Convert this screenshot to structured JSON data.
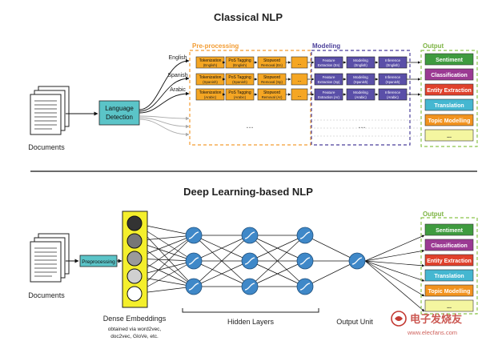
{
  "top": {
    "title": "Classical NLP",
    "documents_label": "Documents",
    "lang_detect": [
      "Language",
      "Detection"
    ],
    "languages": [
      "English",
      "Spanish",
      "Arabic"
    ],
    "preprocessing_label": "Pre-processing",
    "modeling_label": "Modeling",
    "output_label": "Output",
    "pre_rows": [
      [
        [
          "Tokenization",
          "(English)"
        ],
        [
          "PoS Tagging",
          "(English)"
        ],
        [
          "Stopword",
          "Removal (En)"
        ]
      ],
      [
        [
          "Tokenization",
          "(Spanish)"
        ],
        [
          "PoS Tagging",
          "(Spanish)"
        ],
        [
          "Stopword",
          "Removal (Sp)"
        ]
      ],
      [
        [
          "Tokenization",
          "(Arabic)"
        ],
        [
          "PoS Tagging",
          "(Arabic)"
        ],
        [
          "Stopword",
          "Removal (Ar)"
        ]
      ]
    ],
    "model_rows": [
      [
        [
          "Feature",
          "Extraction (En)"
        ],
        [
          "Modeling",
          "(English)"
        ],
        [
          "Inference",
          "(English)"
        ]
      ],
      [
        [
          "Feature",
          "Extraction (Sp)"
        ],
        [
          "Modeling",
          "(Spanish)"
        ],
        [
          "Inference",
          "(Spanish)"
        ]
      ],
      [
        [
          "Feature",
          "Extraction (Ar)"
        ],
        [
          "Modeling",
          "(Arabic)"
        ],
        [
          "Inference",
          "(Arabic)"
        ]
      ]
    ],
    "ellipsis": "...",
    "outputs": [
      "Sentiment",
      "Classification",
      "Entity Extraction",
      "Translation",
      "Topic Modelling",
      "..."
    ]
  },
  "bottom": {
    "title": "Deep Learning-based NLP",
    "documents_label": "Documents",
    "preprocessing": "Preprocessing",
    "dense_label": "Dense Embeddings",
    "dense_note": [
      "obtained via word2vec,",
      "doc2vec, GloVe, etc."
    ],
    "hidden_label": "Hidden Layers",
    "output_unit_label": "Output Unit",
    "output_label": "Output",
    "outputs": [
      "Sentiment",
      "Classification",
      "Entity Extraction",
      "Translation",
      "Topic Modelling",
      "..."
    ]
  },
  "watermark": {
    "cn": "电子发烧友",
    "url": "www.elecfans.com"
  },
  "colors": {
    "lang_box": "#5bc4c8",
    "pre_box": "#f5a623",
    "model_box": "#5a4fa8",
    "pre_border": "#f39c32",
    "model_border": "#4b3f9a",
    "out_border": "#8bc34a",
    "sentiment": "#3f9b3f",
    "classification": "#9b3a93",
    "entity": "#e0412c",
    "translation": "#45b7d1",
    "topic": "#f2931f",
    "ellipsis_box": "#f4f6a0",
    "neuron": "#3f88c8",
    "dense_bg": "#f4ef2c",
    "watermark": "#c33a33"
  }
}
